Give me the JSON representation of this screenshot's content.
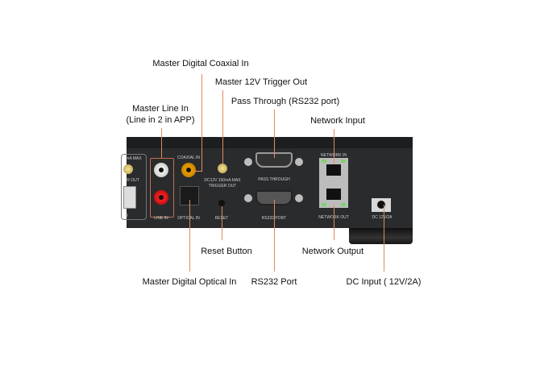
{
  "callouts": {
    "coaxial_in": "Master Digital Coaxial In",
    "trigger_out": "Master 12V Trigger Out",
    "pass_through": "Pass Through (RS232 port)",
    "line_in_1": "Master Line In",
    "line_in_2": "(Line in 2 in APP)",
    "network_input": "Network Input",
    "reset_button": "Reset Button",
    "network_output": "Network Output",
    "optical_in": "Master Digital Optical In",
    "rs232_port": "RS232 Port",
    "dc_input": "DC Input ( 12V/2A)"
  },
  "device_labels": {
    "ma_max": "mA MAX",
    "r_out": "R OUT",
    "usb": "B",
    "coaxial_in": "COAXIAL IN",
    "trigger_1": "DC12V 150mA MAX",
    "trigger_2": "TRIGGER OUT",
    "pass_through": "PASS THROUGH",
    "network_in": "NETWORK IN",
    "line_in": "LINE IN",
    "optical_in": "OPTICAL IN",
    "reset": "RESET",
    "rs232": "RS232 PORT",
    "network_out": "NETWORK OUT",
    "dc": "DC 12V/2A"
  },
  "colors": {
    "callout_line": "#e08a5e",
    "panel": "#2a2b2d"
  }
}
